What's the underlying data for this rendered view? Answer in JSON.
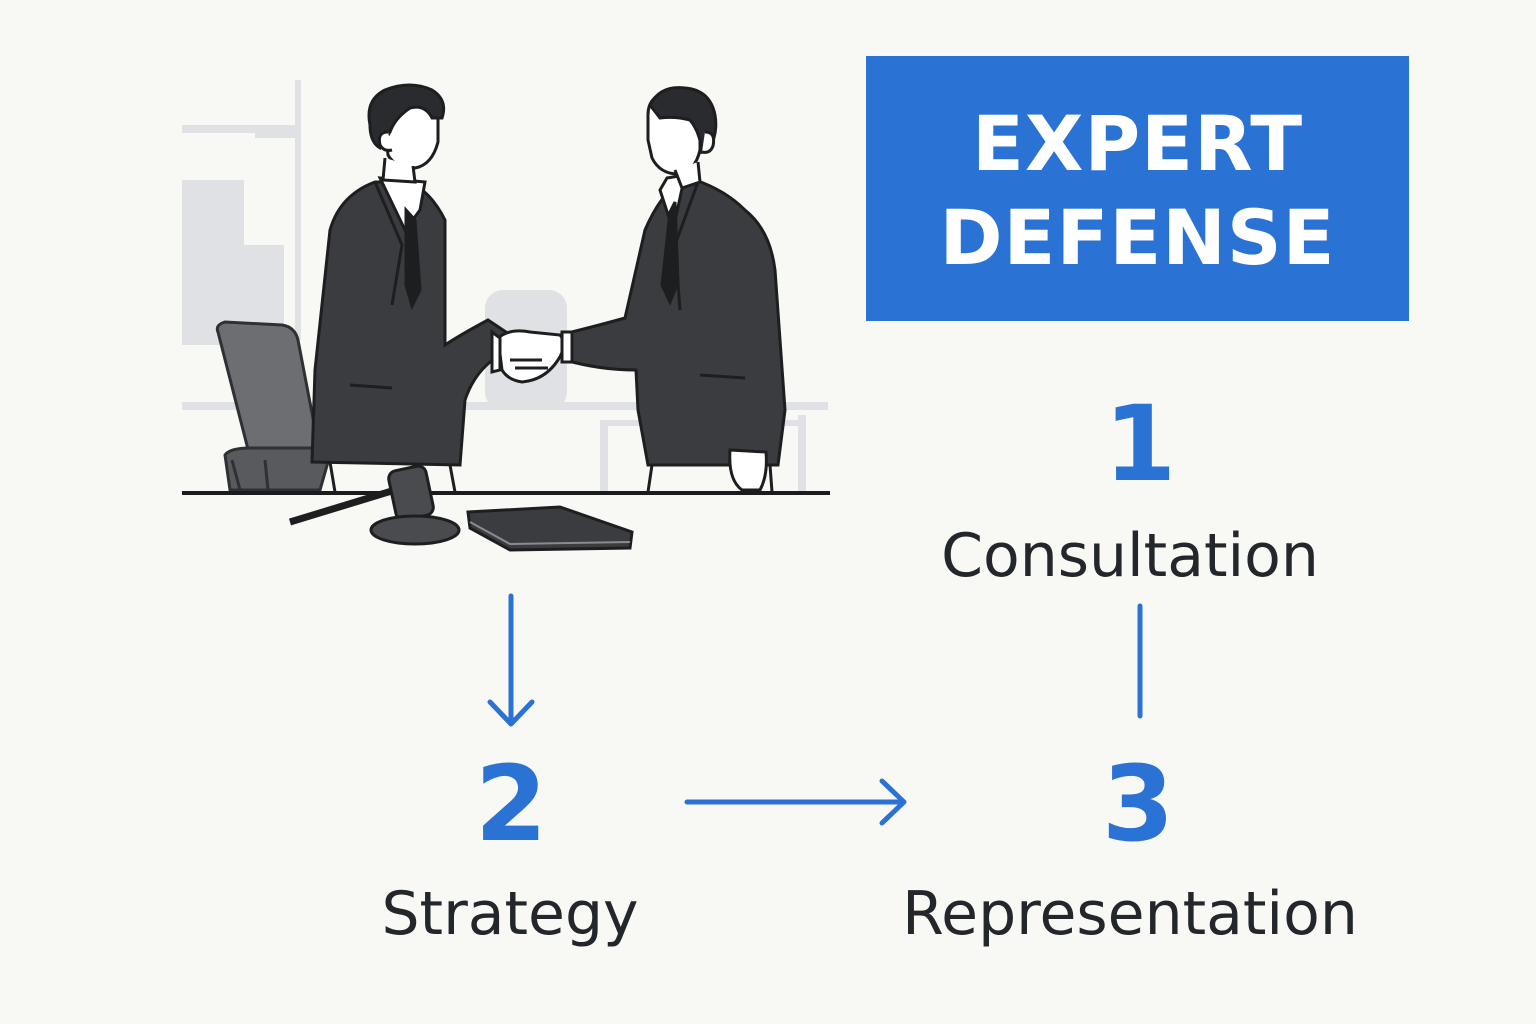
{
  "banner": {
    "line1": "EXPERT",
    "line2": "DEFENSE"
  },
  "steps": [
    {
      "number": "1",
      "label": "Consultation"
    },
    {
      "number": "2",
      "label": "Strategy"
    },
    {
      "number": "3",
      "label": "Representation"
    }
  ],
  "colors": {
    "accent": "#2a72d3",
    "text": "#23272b",
    "background": "#f8f8f5",
    "suit": "#3b3c3f"
  }
}
